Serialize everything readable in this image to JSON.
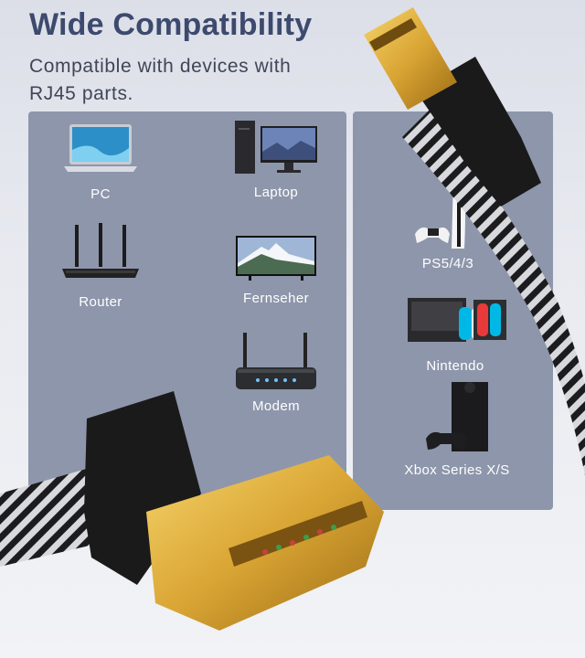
{
  "header": {
    "title": "Wide Compatibility",
    "subtitle": "Compatible with devices with RJ45 parts."
  },
  "devices": {
    "pc": {
      "label": "PC",
      "icon": "laptop-icon"
    },
    "laptop": {
      "label": "Laptop",
      "icon": "desktop-computer-icon"
    },
    "router": {
      "label": "Router",
      "icon": "router-icon"
    },
    "tv": {
      "label": "Fernseher",
      "icon": "tv-icon"
    },
    "modem": {
      "label": "Modem",
      "icon": "modem-icon"
    },
    "ps": {
      "label": "PS5/4/3",
      "icon": "playstation-icon"
    },
    "switch": {
      "label": "Nintendo",
      "icon": "nintendo-switch-icon"
    },
    "xbox": {
      "label": "Xbox Series X/S",
      "icon": "xbox-icon"
    }
  },
  "colors": {
    "title": "#3d4a6e",
    "panel": "#8e96ab",
    "connector_gold": "#d9a534",
    "boot_black": "#1a1a1a"
  }
}
